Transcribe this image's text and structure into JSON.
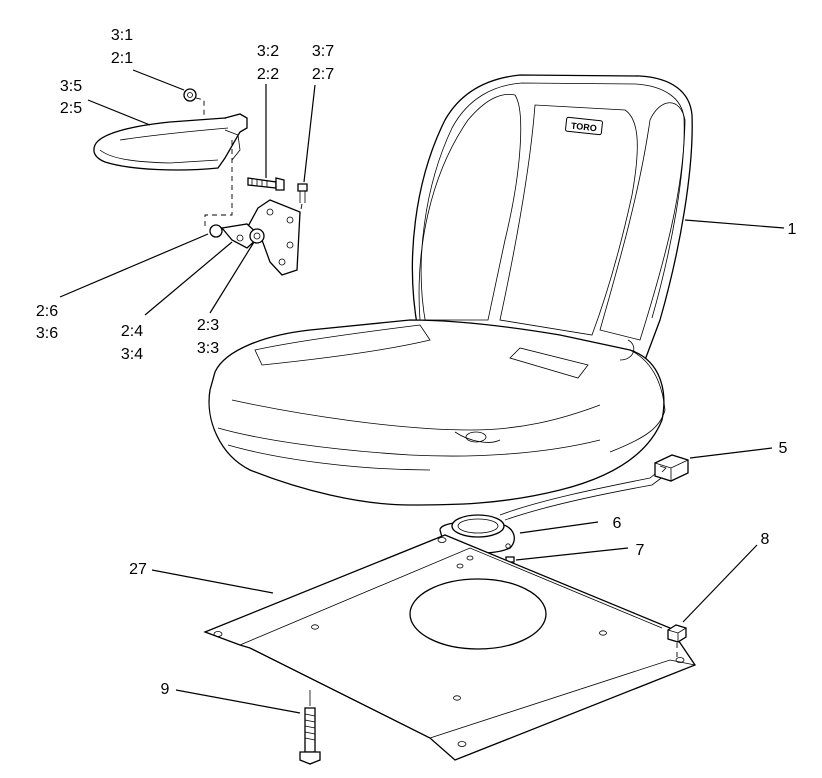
{
  "diagram": {
    "logo_text": "TORO",
    "callouts": {
      "c_3_1": "3:1",
      "c_2_1": "2:1",
      "c_3_5": "3:5",
      "c_2_5": "2:5",
      "c_3_2": "3:2",
      "c_2_2": "2:2",
      "c_3_7": "3:7",
      "c_2_7": "2:7",
      "c_1": "1",
      "c_2_6": "2:6",
      "c_3_6": "3:6",
      "c_2_4": "2:4",
      "c_3_4": "3:4",
      "c_2_3": "2:3",
      "c_3_3": "3:3",
      "c_5": "5",
      "c_6": "6",
      "c_7": "7",
      "c_8": "8",
      "c_27": "27",
      "c_9": "9"
    }
  }
}
